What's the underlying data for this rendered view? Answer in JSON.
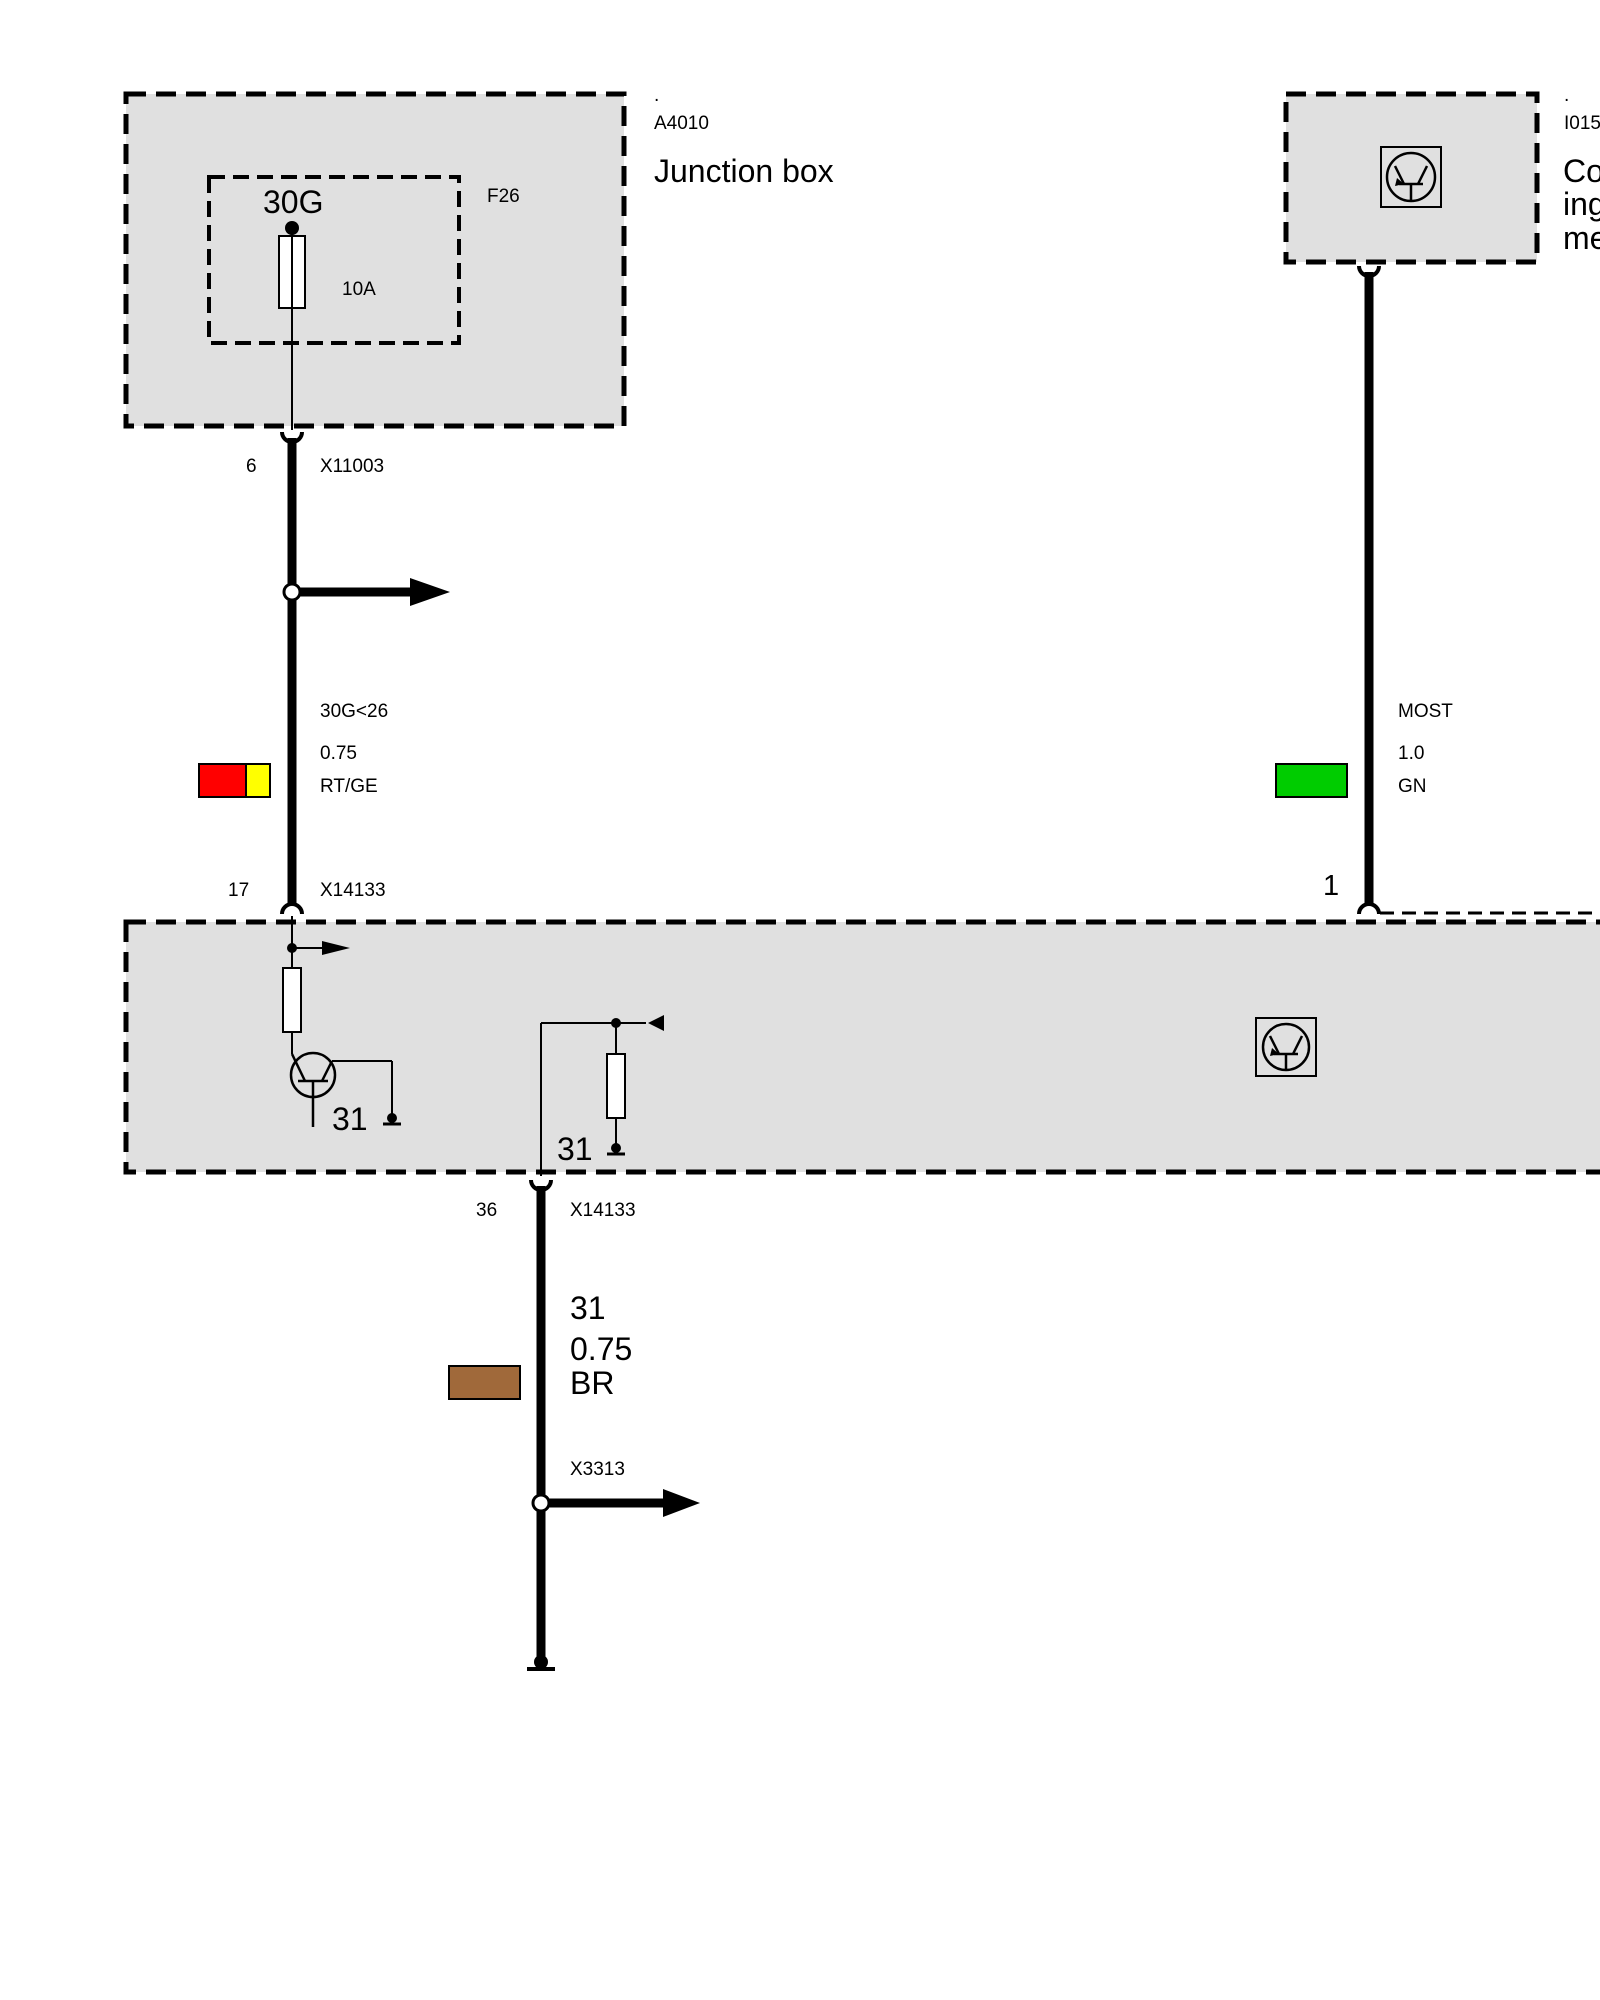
{
  "components": {
    "junction_box": {
      "dot": ".",
      "id": "A4010",
      "name": "Junction box"
    },
    "control_unit": {
      "dot": ".",
      "id": "I015",
      "name_lines": [
        "Co",
        "ing",
        "me"
      ]
    }
  },
  "fuse": {
    "terminal": "30G",
    "id": "F26",
    "rating": "10A"
  },
  "connectors": {
    "x11003": {
      "pin": "6",
      "id": "X11003"
    },
    "x14133_top": {
      "pin": "17",
      "id": "X14133"
    },
    "most_pin": {
      "pin": "1"
    },
    "x14133_bottom": {
      "pin": "36",
      "id": "X14133"
    },
    "x3313": {
      "id": "X3313"
    }
  },
  "wires": {
    "w1": {
      "signal": "30G<26",
      "size": "0.75",
      "color_code": "RT/GE",
      "colors": [
        "#ff0000",
        "#ffff00"
      ]
    },
    "w2": {
      "signal": "MOST",
      "size": "1.0",
      "color_code": "GN",
      "colors": [
        "#00cc00"
      ]
    },
    "w3": {
      "signal": "31",
      "size": "0.75",
      "color_code": "BR",
      "colors": [
        "#a0693a"
      ]
    }
  },
  "internal": {
    "ground_label_1": "31",
    "ground_label_2": "31"
  },
  "colors": {
    "box_fill": "#e0e0e0",
    "line": "#000000"
  },
  "icons": [
    "transistor-icon",
    "fuse-icon",
    "resistor-icon",
    "ground-icon",
    "arrow-right-icon",
    "arrow-left-icon"
  ]
}
